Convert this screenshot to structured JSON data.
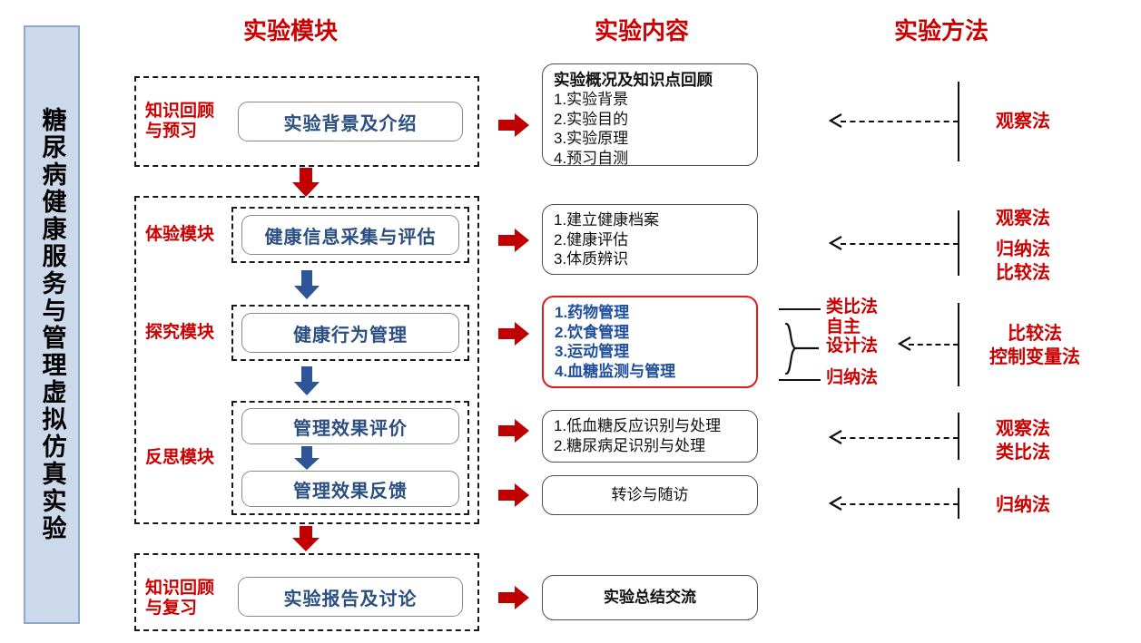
{
  "sidebar": {
    "title": "糖尿病健康服务与管理虚拟仿真实验"
  },
  "headers": {
    "module": "实验模块",
    "content": "实验内容",
    "method": "实验方法"
  },
  "colors": {
    "red": "#cc0000",
    "blue_text": "#2b4f81",
    "arrow_red": "#c00000",
    "arrow_blue": "#2e5597",
    "sidebar_fill": "#ccd9ea",
    "sidebar_border": "#8fa8c8",
    "highlight_border": "#e01b1b"
  },
  "modules": [
    {
      "stage": "知识回顾\n与预习",
      "stage_line1": "知识回顾",
      "stage_line2": "与预习",
      "box": "实验背景及介绍"
    },
    {
      "stage_line1": "体验模块",
      "stage_line2": "",
      "box": "健康信息采集与评估"
    },
    {
      "stage_line1": "探究模块",
      "stage_line2": "",
      "box": "健康行为管理"
    },
    {
      "stage_line1": "反思模块",
      "stage_line2": "",
      "box": "管理效果评价"
    },
    {
      "stage_line1": "",
      "stage_line2": "",
      "box": "管理效果反馈"
    },
    {
      "stage_line1": "知识回顾",
      "stage_line2": "与复习",
      "box": "实验报告及讨论"
    }
  ],
  "contents": [
    {
      "title": "实验概况及知识点回顾",
      "lines": [
        "1.实验背景",
        "2.实验目的",
        "3.实验原理",
        "4.预习自测"
      ]
    },
    {
      "title": "",
      "lines": [
        "1.建立健康档案",
        "2.健康评估",
        "3.体质辨识"
      ]
    },
    {
      "title": "",
      "lines": [
        "1.药物管理",
        "2.饮食管理",
        "3.运动管理",
        "4.血糖监测与管理"
      ]
    },
    {
      "title": "",
      "lines": [
        "1.低血糖反应识别与处理",
        "2.糖尿病足识别与处理"
      ]
    },
    {
      "title": "",
      "lines": [
        "转诊与随访"
      ]
    },
    {
      "title": "",
      "lines": [
        "实验总结交流"
      ]
    }
  ],
  "methods": [
    {
      "lines": [
        "观察法"
      ]
    },
    {
      "lines": [
        "观察法",
        "归纳法",
        "比较法"
      ]
    },
    {
      "lines": [
        "比较法",
        "控制变量法"
      ]
    },
    {
      "lines": [
        "观察法",
        "类比法"
      ]
    },
    {
      "lines": [
        "归纳法"
      ]
    }
  ],
  "sub_methods": {
    "top": "类比法",
    "middle_line1": "自主",
    "middle_line2": "设计法",
    "bottom": "归纳法"
  }
}
